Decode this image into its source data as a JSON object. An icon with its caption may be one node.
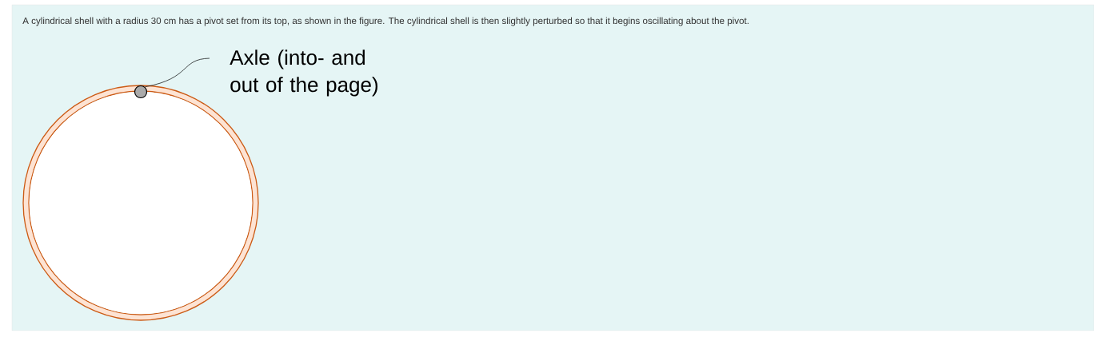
{
  "diagram": {
    "nodes": [
      {
        "text": [
          "Axle (into- and out of the page)"
        ]
      },
      {
        "text": [],
        "shape": "circle"
      }
    ],
    "edges": [
      {
        "from": 0,
        "to": 1,
        "arrow": "none"
      }
    ],
    "labels": [
      "A cylindrical shell with a radius 30 cm has a pivot set from its top, as shown in the figure. The cylindrical shell is then slightly perturbed so that it begins oscillating about the pivot."
    ]
  }
}
